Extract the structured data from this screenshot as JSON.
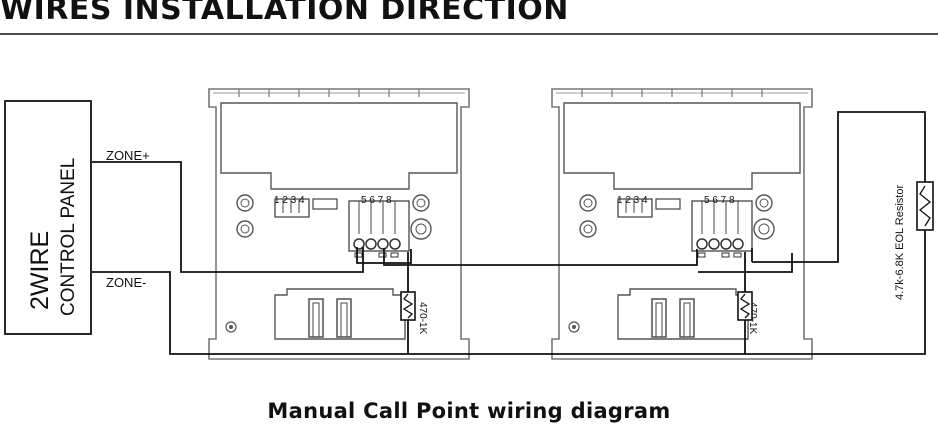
{
  "header": {
    "title": "WIRES INSTALLATION DIRECTION"
  },
  "control_panel": {
    "line1": "2WIRE",
    "line2": "CONTROL PANEL"
  },
  "wires": {
    "zone_plus": "ZONE+",
    "zone_minus": "ZONE-"
  },
  "devices": [
    {
      "terminals_left": "1 2 3 4",
      "terminals_right": "5 6 7 8",
      "resistor_label": "470-1K"
    },
    {
      "terminals_left": "1 2 3 4",
      "terminals_right": "5 6 7 8",
      "resistor_label": "470-1K"
    }
  ],
  "eol_resistor": {
    "label": "4.7k-6.8K EOL Resistor"
  },
  "footer": {
    "caption": "Manual Call Point wiring diagram"
  }
}
